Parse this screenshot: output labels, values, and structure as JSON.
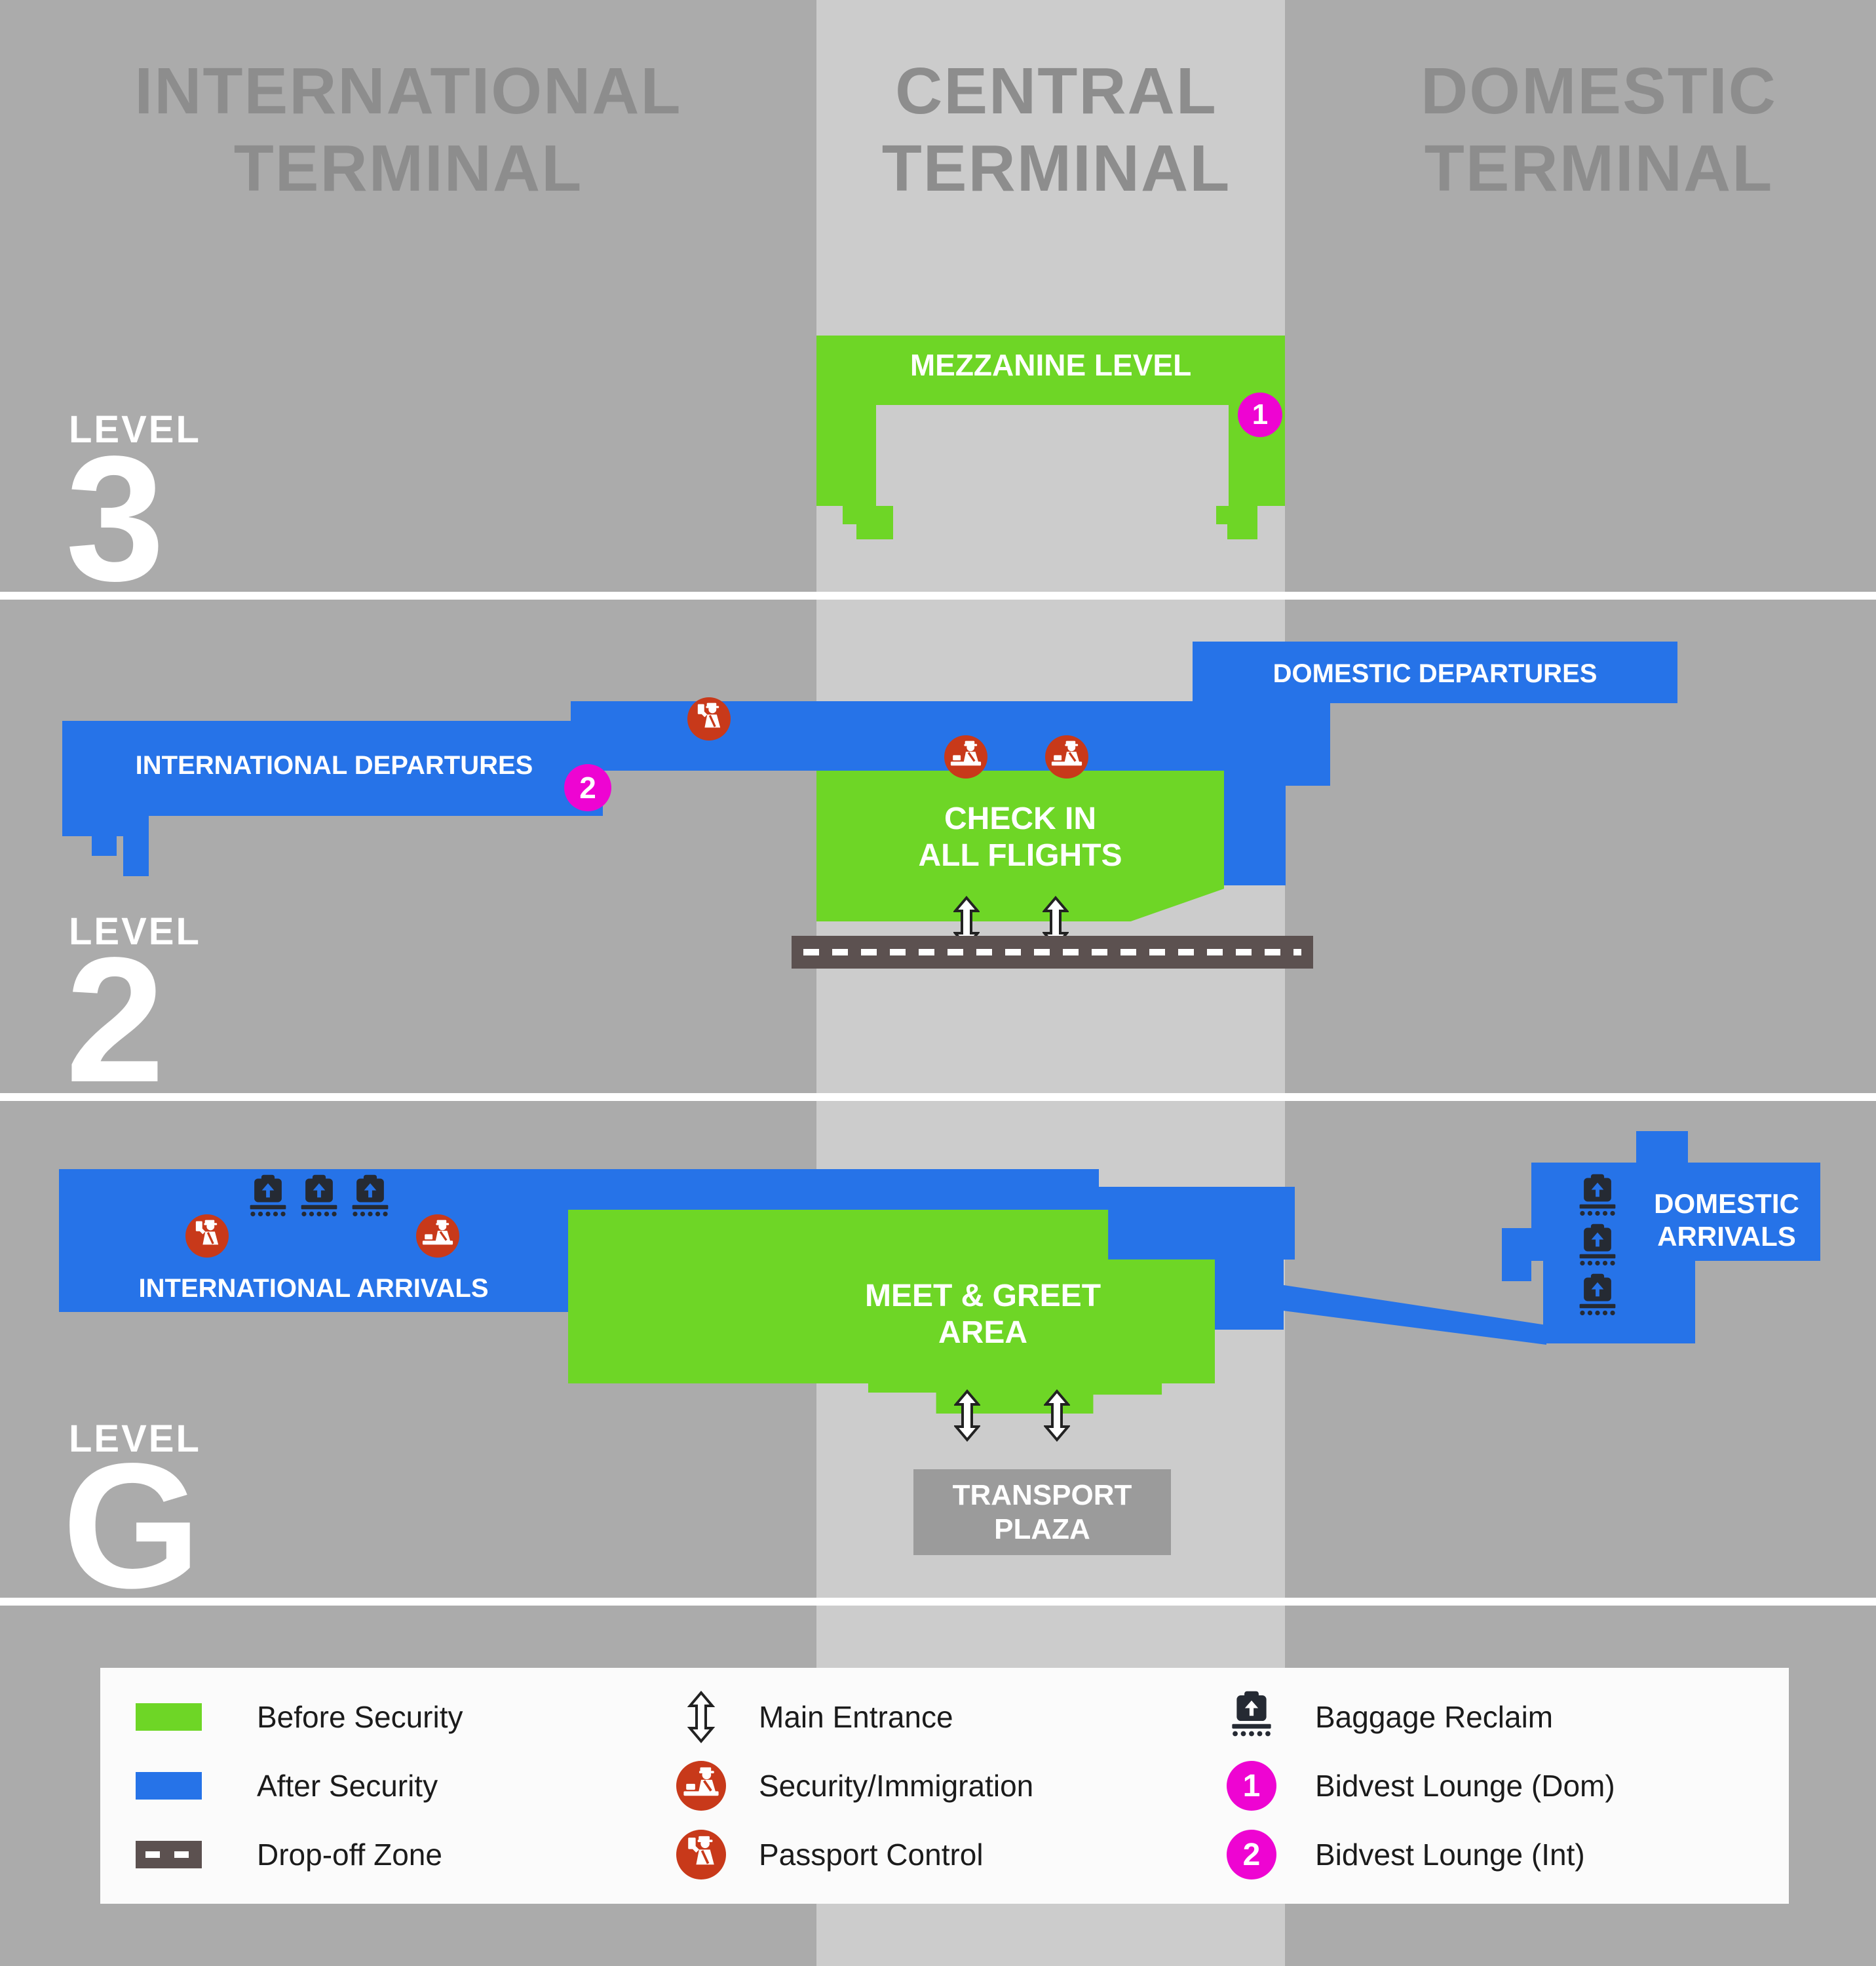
{
  "colors": {
    "before_security": "#6ed626",
    "after_security": "#2673e8",
    "icon_red": "#c8391a",
    "lounge_magenta": "#ee04d2",
    "dropoff_road": "#5c5150",
    "plaza_gray": "#9b9b9b",
    "central_column": "#cccccc",
    "background": "#ababab",
    "header_text": "#8d8d8d"
  },
  "terminals": {
    "international": {
      "line1": "INTERNATIONAL",
      "line2": "TERMINAL"
    },
    "central": {
      "line1": "CENTRAL",
      "line2": "TERMINAL"
    },
    "domestic": {
      "line1": "DOMESTIC",
      "line2": "TERMINAL"
    }
  },
  "levels": {
    "l3": {
      "label": "LEVEL",
      "number": "3"
    },
    "l2": {
      "label": "LEVEL",
      "number": "2"
    },
    "lg": {
      "label": "LEVEL",
      "number": "G"
    }
  },
  "areas": {
    "mezzanine": "MEZZANINE LEVEL",
    "intl_departures": "INTERNATIONAL DEPARTURES",
    "domestic_departures": "DOMESTIC DEPARTURES",
    "check_in": {
      "line1": "CHECK IN",
      "line2": "ALL FLIGHTS"
    },
    "intl_arrivals": "INTERNATIONAL ARRIVALS",
    "meet_greet": {
      "line1": "MEET & GREET",
      "line2": "AREA"
    },
    "domestic_arrivals": {
      "line1": "DOMESTIC",
      "line2": "ARRIVALS"
    },
    "transport_plaza": {
      "line1": "TRANSPORT",
      "line2": "PLAZA"
    }
  },
  "badges": {
    "lounge_dom": "1",
    "lounge_int": "2"
  },
  "legend": {
    "before_security": "Before Security",
    "after_security": "After Security",
    "dropoff": "Drop-off Zone",
    "main_entrance": "Main Entrance",
    "security_immigration": "Security/Immigration",
    "passport_control": "Passport Control",
    "baggage_reclaim": "Baggage Reclaim",
    "lounge_dom": "Bidvest Lounge (Dom)",
    "lounge_int": "Bidvest Lounge (Int)"
  }
}
